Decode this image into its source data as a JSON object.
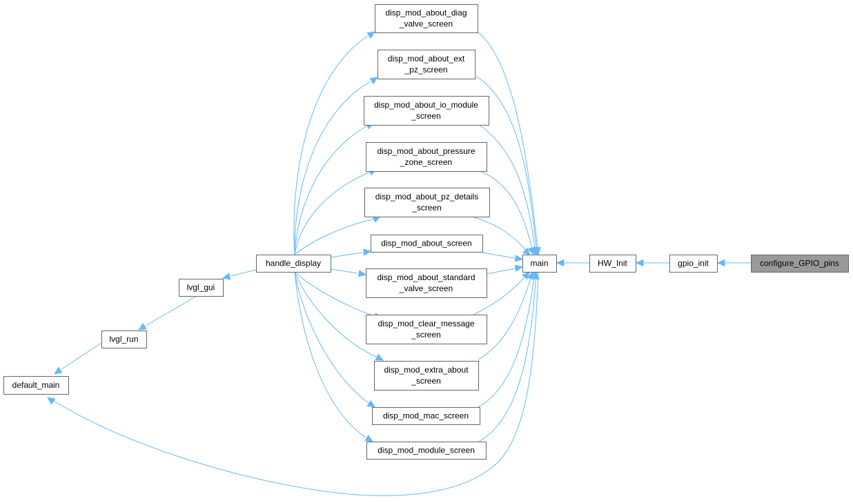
{
  "graph": {
    "nodes": [
      {
        "id": "configure_GPIO_pins",
        "lines": [
          "configure_GPIO_pins"
        ],
        "highlight": true
      },
      {
        "id": "gpio_init",
        "lines": [
          "gpio_init"
        ]
      },
      {
        "id": "HW_Init",
        "lines": [
          "HW_Init"
        ]
      },
      {
        "id": "main",
        "lines": [
          "main"
        ]
      },
      {
        "id": "disp_mod_about_diag_valve_screen",
        "lines": [
          "disp_mod_about_diag",
          "_valve_screen"
        ]
      },
      {
        "id": "disp_mod_about_ext_pz_screen",
        "lines": [
          "disp_mod_about_ext",
          "_pz_screen"
        ]
      },
      {
        "id": "disp_mod_about_io_module_screen",
        "lines": [
          "disp_mod_about_io_module",
          "_screen"
        ]
      },
      {
        "id": "disp_mod_about_pressure_zone_screen",
        "lines": [
          "disp_mod_about_pressure",
          "_zone_screen"
        ]
      },
      {
        "id": "disp_mod_about_pz_details_screen",
        "lines": [
          "disp_mod_about_pz_details",
          "_screen"
        ]
      },
      {
        "id": "disp_mod_about_screen",
        "lines": [
          "disp_mod_about_screen"
        ]
      },
      {
        "id": "disp_mod_about_standard_valve_screen",
        "lines": [
          "disp_mod_about_standard",
          "_valve_screen"
        ]
      },
      {
        "id": "disp_mod_clear_message_screen",
        "lines": [
          "disp_mod_clear_message",
          "_screen"
        ]
      },
      {
        "id": "disp_mod_extra_about_screen",
        "lines": [
          "disp_mod_extra_about",
          "_screen"
        ]
      },
      {
        "id": "disp_mod_mac_screen",
        "lines": [
          "disp_mod_mac_screen"
        ]
      },
      {
        "id": "disp_mod_module_screen",
        "lines": [
          "disp_mod_module_screen"
        ]
      },
      {
        "id": "handle_display",
        "lines": [
          "handle_display"
        ]
      },
      {
        "id": "lvgl_gui",
        "lines": [
          "lvgl_gui"
        ]
      },
      {
        "id": "lvgl_run",
        "lines": [
          "lvgl_run"
        ]
      },
      {
        "id": "default_main",
        "lines": [
          "default_main"
        ]
      }
    ],
    "edges": [
      {
        "from": "configure_GPIO_pins",
        "to": "gpio_init"
      },
      {
        "from": "gpio_init",
        "to": "HW_Init"
      },
      {
        "from": "HW_Init",
        "to": "main"
      },
      {
        "from": "main",
        "to": "disp_mod_about_diag_valve_screen"
      },
      {
        "from": "main",
        "to": "disp_mod_about_ext_pz_screen"
      },
      {
        "from": "main",
        "to": "disp_mod_about_io_module_screen"
      },
      {
        "from": "main",
        "to": "disp_mod_about_pressure_zone_screen"
      },
      {
        "from": "main",
        "to": "disp_mod_about_pz_details_screen"
      },
      {
        "from": "main",
        "to": "disp_mod_about_screen"
      },
      {
        "from": "main",
        "to": "disp_mod_about_standard_valve_screen"
      },
      {
        "from": "main",
        "to": "disp_mod_clear_message_screen"
      },
      {
        "from": "main",
        "to": "disp_mod_extra_about_screen"
      },
      {
        "from": "main",
        "to": "disp_mod_mac_screen"
      },
      {
        "from": "main",
        "to": "disp_mod_module_screen"
      },
      {
        "from": "main",
        "to": "handle_display"
      },
      {
        "from": "main",
        "to": "default_main"
      },
      {
        "from": "disp_mod_about_diag_valve_screen",
        "to": "handle_display"
      },
      {
        "from": "disp_mod_about_ext_pz_screen",
        "to": "handle_display"
      },
      {
        "from": "disp_mod_about_io_module_screen",
        "to": "handle_display"
      },
      {
        "from": "disp_mod_about_pressure_zone_screen",
        "to": "handle_display"
      },
      {
        "from": "disp_mod_about_pz_details_screen",
        "to": "handle_display"
      },
      {
        "from": "disp_mod_about_screen",
        "to": "handle_display"
      },
      {
        "from": "disp_mod_about_standard_valve_screen",
        "to": "handle_display"
      },
      {
        "from": "disp_mod_clear_message_screen",
        "to": "handle_display"
      },
      {
        "from": "disp_mod_extra_about_screen",
        "to": "handle_display"
      },
      {
        "from": "disp_mod_mac_screen",
        "to": "handle_display"
      },
      {
        "from": "disp_mod_module_screen",
        "to": "handle_display"
      },
      {
        "from": "handle_display",
        "to": "lvgl_gui"
      },
      {
        "from": "lvgl_gui",
        "to": "lvgl_run"
      },
      {
        "from": "lvgl_run",
        "to": "default_main"
      }
    ]
  },
  "colors": {
    "edge": "#63b8ff",
    "node_border": "#666666",
    "node_fill": "#ffffff",
    "highlight_fill": "#999999",
    "text": "#000000"
  }
}
